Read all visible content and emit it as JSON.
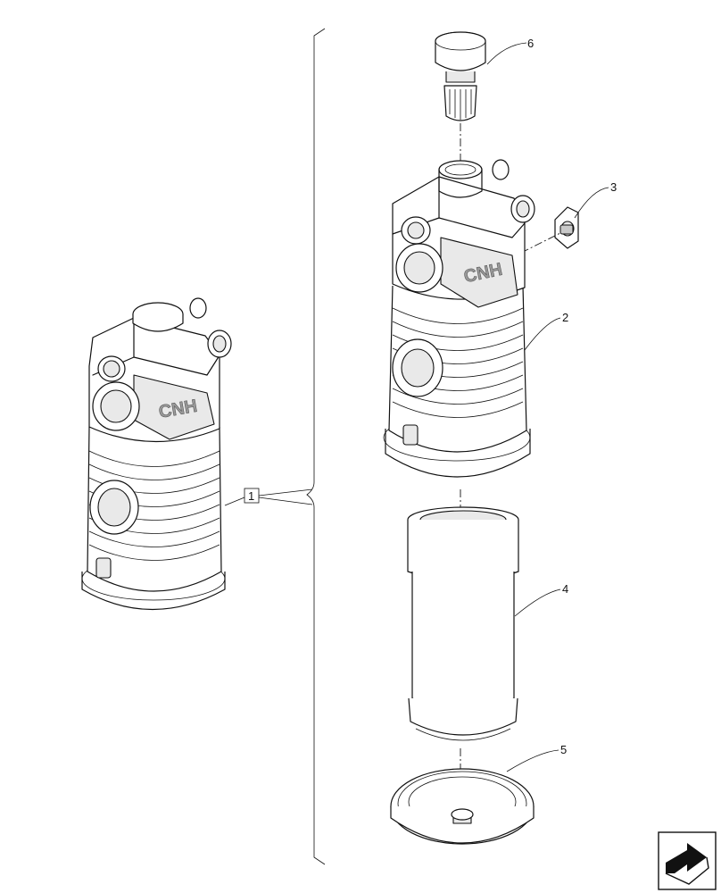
{
  "callouts": {
    "assembly": "1",
    "housing": "2",
    "valve": "3",
    "element": "4",
    "cover": "5",
    "indicator": "6"
  },
  "brand_mark": "CNH",
  "icons": {
    "navigation": "next-page-arrow-icon"
  }
}
